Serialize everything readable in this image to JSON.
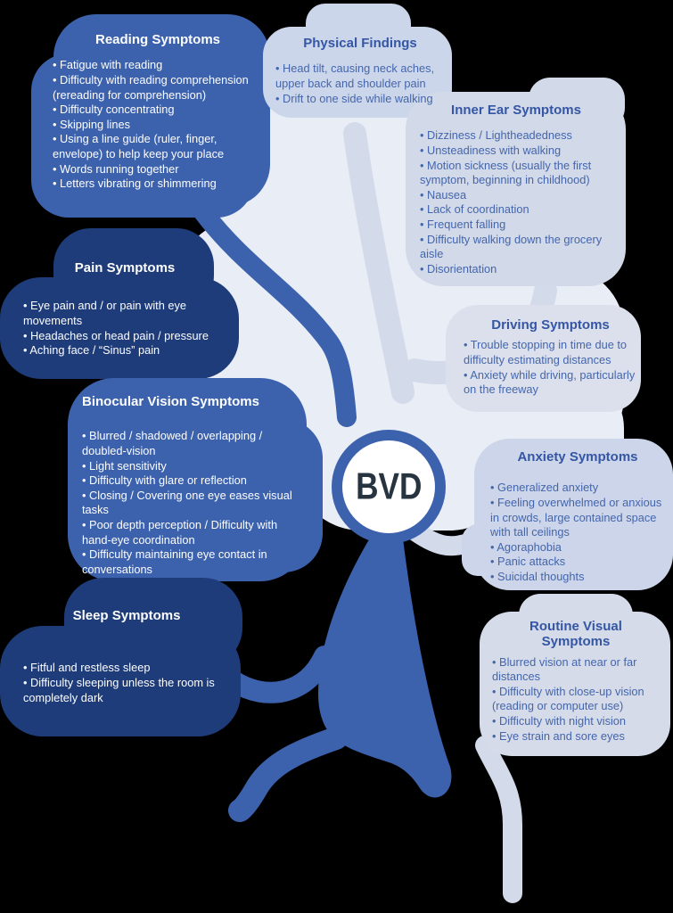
{
  "center": {
    "label": "BVD"
  },
  "bullet_char": "•",
  "palette": {
    "medium_blue": "#3c62ae",
    "dark_navy": "#1e3c7a",
    "light_blue": "#ccd6ea",
    "light_gray_blue": "#d2d9e8",
    "canopy_blob": "#e9edf6",
    "light_branch": "#d3daea",
    "title_blue": "#3456a4",
    "body_blue": "#4466ad",
    "bvd_text": "#273440",
    "background": "#000000"
  },
  "nodes": {
    "reading": {
      "title": "Reading Symptoms",
      "bullets": [
        "Fatigue with reading",
        "Difficulty with reading comprehension (rereading for comprehension)",
        "Difficulty concentrating",
        "Skipping lines",
        "Using a line guide (ruler, finger, envelope) to help keep your place",
        "Words running together",
        "Letters vibrating or shimmering"
      ]
    },
    "physical": {
      "title": "Physical Findings",
      "bullets": [
        "Head tilt, causing neck aches, upper back and shoulder pain",
        "Drift to one side while walking"
      ]
    },
    "inner_ear": {
      "title": "Inner Ear Symptoms",
      "bullets": [
        "Dizziness / Lightheadedness",
        "Unsteadiness with walking",
        "Motion sickness (usually the first symptom, beginning in childhood)",
        "Nausea",
        "Lack of coordination",
        "Frequent falling",
        "Difficulty walking down the grocery aisle",
        "Disorientation"
      ]
    },
    "pain": {
      "title": "Pain Symptoms",
      "bullets": [
        "Eye pain and / or pain with eye movements",
        "Headaches or head pain / pressure",
        "Aching face / “Sinus” pain"
      ]
    },
    "driving": {
      "title": "Driving Symptoms",
      "bullets": [
        "Trouble stopping in time due to difficulty estimating distances",
        "Anxiety while driving, particularly on the freeway"
      ]
    },
    "binocular": {
      "title": "Binocular Vision Symptoms",
      "bullets": [
        "Blurred / shadowed / overlapping / doubled-vision",
        "Light sensitivity",
        "Difficulty with glare or reflection",
        "Closing / Covering one eye eases visual tasks",
        "Poor depth perception / Difficulty with hand-eye coordination",
        "Difficulty maintaining eye contact in conversations"
      ]
    },
    "anxiety": {
      "title": "Anxiety Symptoms",
      "bullets": [
        "Generalized anxiety",
        "Feeling overwhelmed or anxious in crowds, large contained space with tall ceilings",
        "Agoraphobia",
        "Panic attacks",
        "Suicidal thoughts"
      ]
    },
    "sleep": {
      "title": "Sleep Symptoms",
      "bullets": [
        "Fitful and restless sleep",
        "Difficulty sleeping unless the room is completely dark"
      ]
    },
    "routine": {
      "title": "Routine Visual Symptoms",
      "bullets": [
        "Blurred vision at near or far distances",
        "Difficulty with close-up vision (reading or computer use)",
        "Difficulty with night vision",
        "Eye strain and sore eyes"
      ]
    }
  }
}
